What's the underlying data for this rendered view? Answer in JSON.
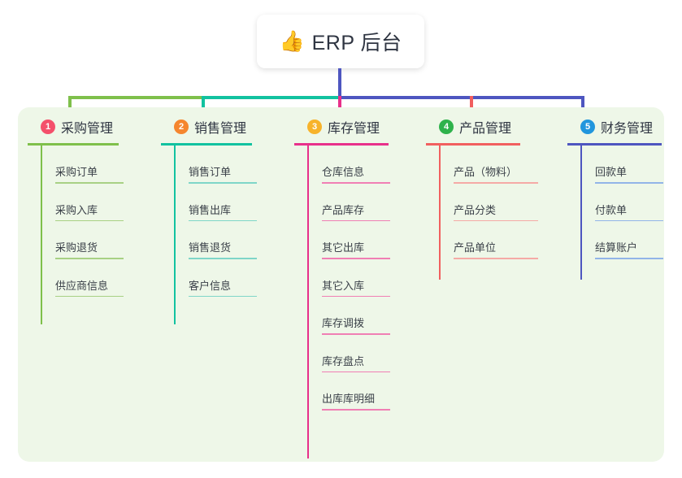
{
  "root": {
    "icon": "thumbs-up-icon",
    "icon_glyph": "👍",
    "label": "ERP 后台"
  },
  "colors": {
    "panel_bg": "#eef7e8",
    "page_bg": "#ffffff",
    "trunk": "#4e56c0",
    "col1": "#7fc04b",
    "col2": "#12c2a0",
    "col3": "#e8308a",
    "col4": "#f15f5f",
    "col5": "#4e56c0",
    "badge1": "#f4506b",
    "badge2": "#f5862e",
    "badge3": "#f7b32b",
    "badge4": "#2eb24b",
    "badge5": "#2196dd",
    "item_rule1": "#a8d184",
    "item_rule2": "#7fd6c8",
    "item_rule3": "#f07fb4",
    "item_rule4": "#f5aaa6",
    "item_rule5": "#92b4e8"
  },
  "columns": [
    {
      "number": "1",
      "title": "采购管理",
      "items": [
        {
          "label": "采购订单"
        },
        {
          "label": "采购入库"
        },
        {
          "label": "采购退货"
        },
        {
          "label": "供应商信息"
        }
      ]
    },
    {
      "number": "2",
      "title": "销售管理",
      "items": [
        {
          "label": "销售订单"
        },
        {
          "label": "销售出库"
        },
        {
          "label": "销售退货"
        },
        {
          "label": "客户信息"
        }
      ]
    },
    {
      "number": "3",
      "title": "库存管理",
      "items": [
        {
          "label": "仓库信息"
        },
        {
          "label": "产品库存"
        },
        {
          "label": "其它出库"
        },
        {
          "label": "其它入库"
        },
        {
          "label": "库存调拨"
        },
        {
          "label": "库存盘点"
        },
        {
          "label": "出库库明细"
        }
      ]
    },
    {
      "number": "4",
      "title": "产品管理",
      "items": [
        {
          "label": "产品（物料）"
        },
        {
          "label": "产品分类"
        },
        {
          "label": "产品单位"
        }
      ]
    },
    {
      "number": "5",
      "title": "财务管理",
      "items": [
        {
          "label": "回款单"
        },
        {
          "label": "付款单"
        },
        {
          "label": "结算账户"
        }
      ]
    }
  ]
}
